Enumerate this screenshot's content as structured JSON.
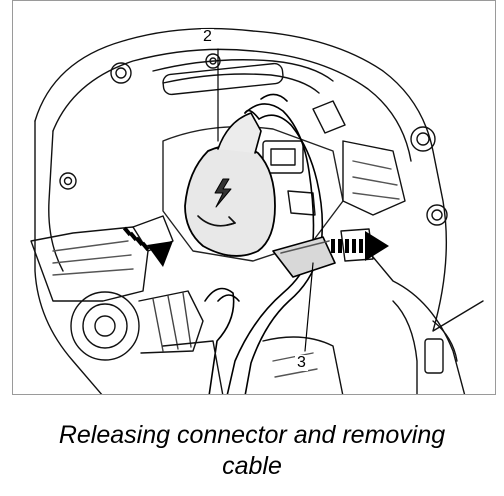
{
  "callouts": {
    "connector": "2",
    "cable": "3"
  },
  "caption": {
    "line1": "Releasing connector and removing",
    "line2": "cable"
  },
  "icons": {
    "connector_symbol": "lightning-bolt-icon",
    "push_direction": "dashed-arrow-icon",
    "pull_direction": "dashed-arrow-icon"
  }
}
